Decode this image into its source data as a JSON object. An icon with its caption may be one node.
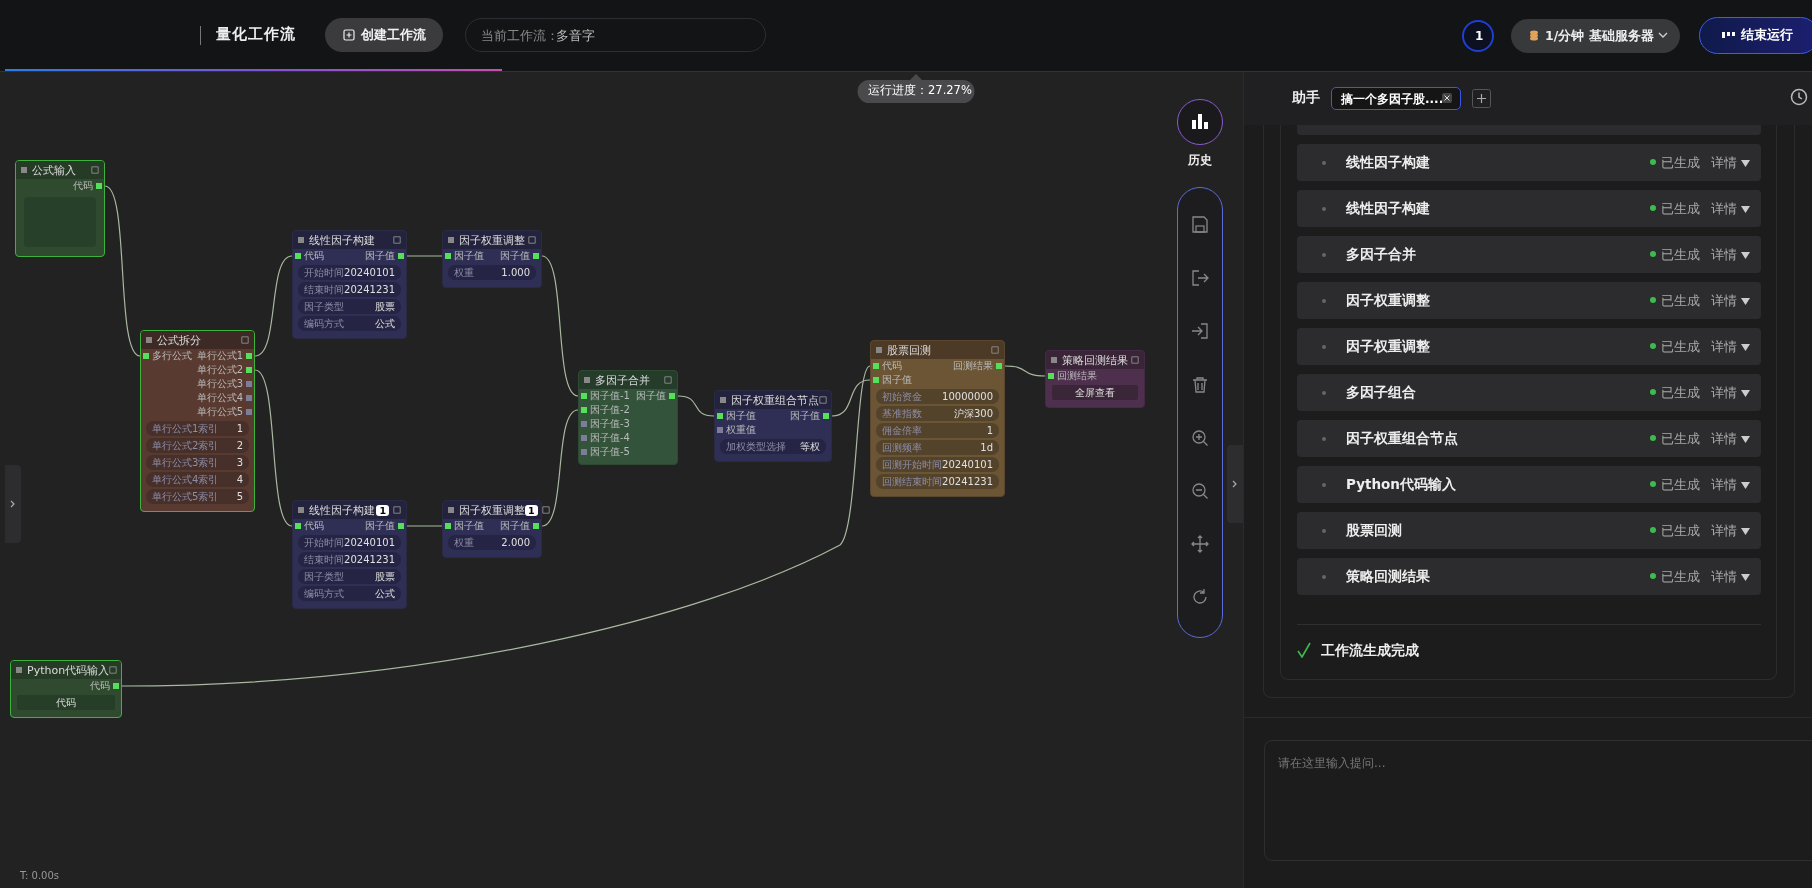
{
  "diagram": {
    "nodes": [
      {
        "text": [
          "公式输入",
          "代码"
        ]
      },
      {
        "text": [
          "公式拆分",
          "多行公式",
          "单行公式1",
          "单行公式2",
          "单行公式3",
          "单行公式4",
          "单行公式5",
          "单行公式1索引",
          "1",
          "单行公式2索引",
          "2",
          "单行公式3索引",
          "3",
          "单行公式4索引",
          "4",
          "单行公式5索引",
          "5"
        ]
      },
      {
        "text": [
          "线性因子构建",
          "代码",
          "因子值",
          "开始时间",
          "20240101",
          "结束时间",
          "20241231",
          "因子类型",
          "股票",
          "编码方式",
          "公式"
        ]
      },
      {
        "text": [
          "线性因子构建",
          "1",
          "代码",
          "因子值",
          "开始时间",
          "20240101",
          "结束时间",
          "20241231",
          "因子类型",
          "股票",
          "编码方式",
          "公式"
        ]
      },
      {
        "text": [
          "因子权重调整",
          "因子值",
          "因子值",
          "权重",
          "1.000"
        ]
      },
      {
        "text": [
          "因子权重调整",
          "1",
          "因子值",
          "因子值",
          "权重",
          "2.000"
        ]
      },
      {
        "text": [
          "多因子合并",
          "因子值-1",
          "因子值",
          "因子值-2",
          "因子值-3",
          "因子值-4",
          "因子值-5"
        ]
      },
      {
        "text": [
          "因子权重组合节点",
          "因子值",
          "因子值",
          "权重值",
          "加权类型选择",
          "等权"
        ]
      },
      {
        "text": [
          "股票回测",
          "代码",
          "回测结果",
          "因子值",
          "初始资金",
          "10000000",
          "基准指数",
          "沪深300",
          "佣金倍率",
          "1",
          "回测频率",
          "1d",
          "回测开始时间",
          "20240101",
          "回测结束时间",
          "20241231"
        ]
      },
      {
        "text": [
          "策略回测结果",
          "回测结果",
          "全屏查看"
        ]
      },
      {
        "text": [
          "Python代码输入",
          "代码",
          "代码"
        ]
      }
    ],
    "edges": [
      {
        "from": 0,
        "to": 1,
        "arrow": "none"
      },
      {
        "from": 1,
        "to": 2,
        "arrow": "none"
      },
      {
        "from": 1,
        "to": 3,
        "arrow": "none"
      },
      {
        "from": 2,
        "to": 4,
        "arrow": "none"
      },
      {
        "from": 3,
        "to": 5,
        "arrow": "none"
      },
      {
        "from": 4,
        "to": 6,
        "arrow": "none"
      },
      {
        "from": 5,
        "to": 6,
        "arrow": "none"
      },
      {
        "from": 6,
        "to": 7,
        "arrow": "none"
      },
      {
        "from": 10,
        "to": 8,
        "arrow": "none"
      },
      {
        "from": 7,
        "to": 8,
        "arrow": "none"
      },
      {
        "from": 8,
        "to": 9,
        "arrow": "none"
      }
    ],
    "labels": [
      "量化工作流",
      "创建工作流",
      "当前工作流：",
      "多音字",
      "1",
      "1/分钟",
      "基础服务器",
      "结束运行",
      "运行进度：27.27%",
      "历史",
      "助手",
      "搞一个多因子股....",
      "线性因子构建",
      "已生成",
      "详情",
      "线性因子构建",
      "已生成",
      "详情",
      "多因子合并",
      "已生成",
      "详情",
      "因子权重调整",
      "已生成",
      "详情",
      "因子权重调整",
      "已生成",
      "详情",
      "多因子组合",
      "已生成",
      "详情",
      "因子权重组合节点",
      "已生成",
      "详情",
      "Python代码输入",
      "已生成",
      "详情",
      "股票回测",
      "已生成",
      "详情",
      "策略回测结果",
      "已生成",
      "详情",
      "工作流生成完成",
      "请在这里输入提问...",
      "T: 0.00s"
    ]
  }
}
